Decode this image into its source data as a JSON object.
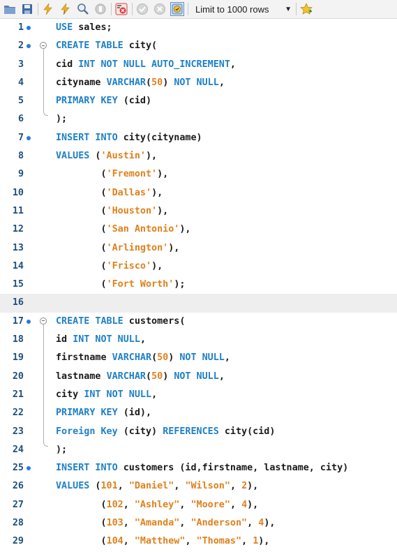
{
  "toolbar": {
    "limit_label": "Limit to 1000 rows",
    "icons": [
      "open-folder-icon",
      "save-icon",
      "execute-icon",
      "execute-current-icon",
      "explain-icon",
      "stop-icon",
      "toggle-error-icon",
      "commit-icon",
      "rollback-icon",
      "autocommit-icon",
      "bookmark-icon"
    ]
  },
  "colors": {
    "keyword": "#1e80c8",
    "string": "#e0801c",
    "line_number": "#1f4f7a",
    "marker": "#2a7ad8"
  },
  "editor": {
    "lines": [
      {
        "num": "1",
        "marker": true,
        "fold": "",
        "tokens": [
          {
            "t": "USE",
            "c": "k"
          },
          {
            "t": " sales;",
            "c": "i"
          }
        ]
      },
      {
        "num": "2",
        "marker": true,
        "fold": "start",
        "tokens": [
          {
            "t": "CREATE TABLE",
            "c": "k"
          },
          {
            "t": " city(",
            "c": "i"
          }
        ]
      },
      {
        "num": "3",
        "marker": false,
        "fold": "line",
        "tokens": [
          {
            "t": "cid ",
            "c": "i"
          },
          {
            "t": "INT NOT NULL AUTO_INCREMENT",
            "c": "k"
          },
          {
            "t": ",",
            "c": "i"
          }
        ]
      },
      {
        "num": "4",
        "marker": false,
        "fold": "line",
        "tokens": [
          {
            "t": "cityname ",
            "c": "i"
          },
          {
            "t": "VARCHAR",
            "c": "k"
          },
          {
            "t": "(",
            "c": "i"
          },
          {
            "t": "50",
            "c": "n"
          },
          {
            "t": ") ",
            "c": "i"
          },
          {
            "t": "NOT NULL",
            "c": "k"
          },
          {
            "t": ",",
            "c": "i"
          }
        ]
      },
      {
        "num": "5",
        "marker": false,
        "fold": "line",
        "tokens": [
          {
            "t": "PRIMARY KEY",
            "c": "k"
          },
          {
            "t": " (cid)",
            "c": "i"
          }
        ]
      },
      {
        "num": "6",
        "marker": false,
        "fold": "end",
        "tokens": [
          {
            "t": ");",
            "c": "i"
          }
        ]
      },
      {
        "num": "7",
        "marker": true,
        "fold": "",
        "tokens": [
          {
            "t": "INSERT INTO",
            "c": "k"
          },
          {
            "t": " city(cityname)",
            "c": "i"
          }
        ]
      },
      {
        "num": "8",
        "marker": false,
        "fold": "",
        "tokens": [
          {
            "t": "VALUES",
            "c": "k"
          },
          {
            "t": " (",
            "c": "i"
          },
          {
            "t": "'Austin'",
            "c": "s"
          },
          {
            "t": "),",
            "c": "i"
          }
        ]
      },
      {
        "num": "9",
        "marker": false,
        "fold": "",
        "tokens": [
          {
            "t": "        (",
            "c": "i"
          },
          {
            "t": "'Fremont'",
            "c": "s"
          },
          {
            "t": "),",
            "c": "i"
          }
        ]
      },
      {
        "num": "10",
        "marker": false,
        "fold": "",
        "tokens": [
          {
            "t": "        (",
            "c": "i"
          },
          {
            "t": "'Dallas'",
            "c": "s"
          },
          {
            "t": "),",
            "c": "i"
          }
        ]
      },
      {
        "num": "11",
        "marker": false,
        "fold": "",
        "tokens": [
          {
            "t": "        (",
            "c": "i"
          },
          {
            "t": "'Houston'",
            "c": "s"
          },
          {
            "t": "),",
            "c": "i"
          }
        ]
      },
      {
        "num": "12",
        "marker": false,
        "fold": "",
        "tokens": [
          {
            "t": "        (",
            "c": "i"
          },
          {
            "t": "'San Antonio'",
            "c": "s"
          },
          {
            "t": "),",
            "c": "i"
          }
        ]
      },
      {
        "num": "13",
        "marker": false,
        "fold": "",
        "tokens": [
          {
            "t": "        (",
            "c": "i"
          },
          {
            "t": "'Arlington'",
            "c": "s"
          },
          {
            "t": "),",
            "c": "i"
          }
        ]
      },
      {
        "num": "14",
        "marker": false,
        "fold": "",
        "tokens": [
          {
            "t": "        (",
            "c": "i"
          },
          {
            "t": "'Frisco'",
            "c": "s"
          },
          {
            "t": "),",
            "c": "i"
          }
        ]
      },
      {
        "num": "15",
        "marker": false,
        "fold": "",
        "tokens": [
          {
            "t": "        (",
            "c": "i"
          },
          {
            "t": "'Fort Worth'",
            "c": "s"
          },
          {
            "t": ");",
            "c": "i"
          }
        ]
      },
      {
        "num": "16",
        "marker": false,
        "fold": "",
        "current": true,
        "tokens": []
      },
      {
        "num": "17",
        "marker": true,
        "fold": "start",
        "tokens": [
          {
            "t": "CREATE TABLE",
            "c": "k"
          },
          {
            "t": " customers(",
            "c": "i"
          }
        ]
      },
      {
        "num": "18",
        "marker": false,
        "fold": "line",
        "tokens": [
          {
            "t": "id ",
            "c": "i"
          },
          {
            "t": "INT NOT NULL",
            "c": "k"
          },
          {
            "t": ",",
            "c": "i"
          }
        ]
      },
      {
        "num": "19",
        "marker": false,
        "fold": "line",
        "tokens": [
          {
            "t": "firstname ",
            "c": "i"
          },
          {
            "t": "VARCHAR",
            "c": "k"
          },
          {
            "t": "(",
            "c": "i"
          },
          {
            "t": "50",
            "c": "n"
          },
          {
            "t": ") ",
            "c": "i"
          },
          {
            "t": "NOT NULL",
            "c": "k"
          },
          {
            "t": ",",
            "c": "i"
          }
        ]
      },
      {
        "num": "20",
        "marker": false,
        "fold": "line",
        "tokens": [
          {
            "t": "lastname ",
            "c": "i"
          },
          {
            "t": "VARCHAR",
            "c": "k"
          },
          {
            "t": "(",
            "c": "i"
          },
          {
            "t": "50",
            "c": "n"
          },
          {
            "t": ") ",
            "c": "i"
          },
          {
            "t": "NOT NULL",
            "c": "k"
          },
          {
            "t": ",",
            "c": "i"
          }
        ]
      },
      {
        "num": "21",
        "marker": false,
        "fold": "line",
        "tokens": [
          {
            "t": "city ",
            "c": "i"
          },
          {
            "t": "INT NOT NULL",
            "c": "k"
          },
          {
            "t": ",",
            "c": "i"
          }
        ]
      },
      {
        "num": "22",
        "marker": false,
        "fold": "line",
        "tokens": [
          {
            "t": "PRIMARY KEY",
            "c": "k"
          },
          {
            "t": " (id),",
            "c": "i"
          }
        ]
      },
      {
        "num": "23",
        "marker": false,
        "fold": "line",
        "tokens": [
          {
            "t": "Foreign Key",
            "c": "k"
          },
          {
            "t": " (city) ",
            "c": "i"
          },
          {
            "t": "REFERENCES",
            "c": "k"
          },
          {
            "t": " city(cid)",
            "c": "i"
          }
        ]
      },
      {
        "num": "24",
        "marker": false,
        "fold": "end",
        "tokens": [
          {
            "t": ");",
            "c": "i"
          }
        ]
      },
      {
        "num": "25",
        "marker": true,
        "fold": "",
        "tokens": [
          {
            "t": "INSERT INTO",
            "c": "k"
          },
          {
            "t": " customers (id,firstname, lastname, city)",
            "c": "i"
          }
        ]
      },
      {
        "num": "26",
        "marker": false,
        "fold": "",
        "tokens": [
          {
            "t": "VALUES",
            "c": "k"
          },
          {
            "t": " (",
            "c": "i"
          },
          {
            "t": "101",
            "c": "n"
          },
          {
            "t": ", ",
            "c": "i"
          },
          {
            "t": "\"Daniel\"",
            "c": "s"
          },
          {
            "t": ", ",
            "c": "i"
          },
          {
            "t": "\"Wilson\"",
            "c": "s"
          },
          {
            "t": ", ",
            "c": "i"
          },
          {
            "t": "2",
            "c": "n"
          },
          {
            "t": "),",
            "c": "i"
          }
        ]
      },
      {
        "num": "27",
        "marker": false,
        "fold": "",
        "tokens": [
          {
            "t": "        (",
            "c": "i"
          },
          {
            "t": "102",
            "c": "n"
          },
          {
            "t": ", ",
            "c": "i"
          },
          {
            "t": "\"Ashley\"",
            "c": "s"
          },
          {
            "t": ", ",
            "c": "i"
          },
          {
            "t": "\"Moore\"",
            "c": "s"
          },
          {
            "t": ", ",
            "c": "i"
          },
          {
            "t": "4",
            "c": "n"
          },
          {
            "t": "),",
            "c": "i"
          }
        ]
      },
      {
        "num": "28",
        "marker": false,
        "fold": "",
        "tokens": [
          {
            "t": "        (",
            "c": "i"
          },
          {
            "t": "103",
            "c": "n"
          },
          {
            "t": ", ",
            "c": "i"
          },
          {
            "t": "\"Amanda\"",
            "c": "s"
          },
          {
            "t": ", ",
            "c": "i"
          },
          {
            "t": "\"Anderson\"",
            "c": "s"
          },
          {
            "t": ", ",
            "c": "i"
          },
          {
            "t": "4",
            "c": "n"
          },
          {
            "t": "),",
            "c": "i"
          }
        ]
      },
      {
        "num": "29",
        "marker": false,
        "fold": "",
        "tokens": [
          {
            "t": "        (",
            "c": "i"
          },
          {
            "t": "104",
            "c": "n"
          },
          {
            "t": ", ",
            "c": "i"
          },
          {
            "t": "\"Matthew\"",
            "c": "s"
          },
          {
            "t": ", ",
            "c": "i"
          },
          {
            "t": "\"Thomas\"",
            "c": "s"
          },
          {
            "t": ", ",
            "c": "i"
          },
          {
            "t": "1",
            "c": "n"
          },
          {
            "t": "),",
            "c": "i"
          }
        ]
      }
    ]
  }
}
